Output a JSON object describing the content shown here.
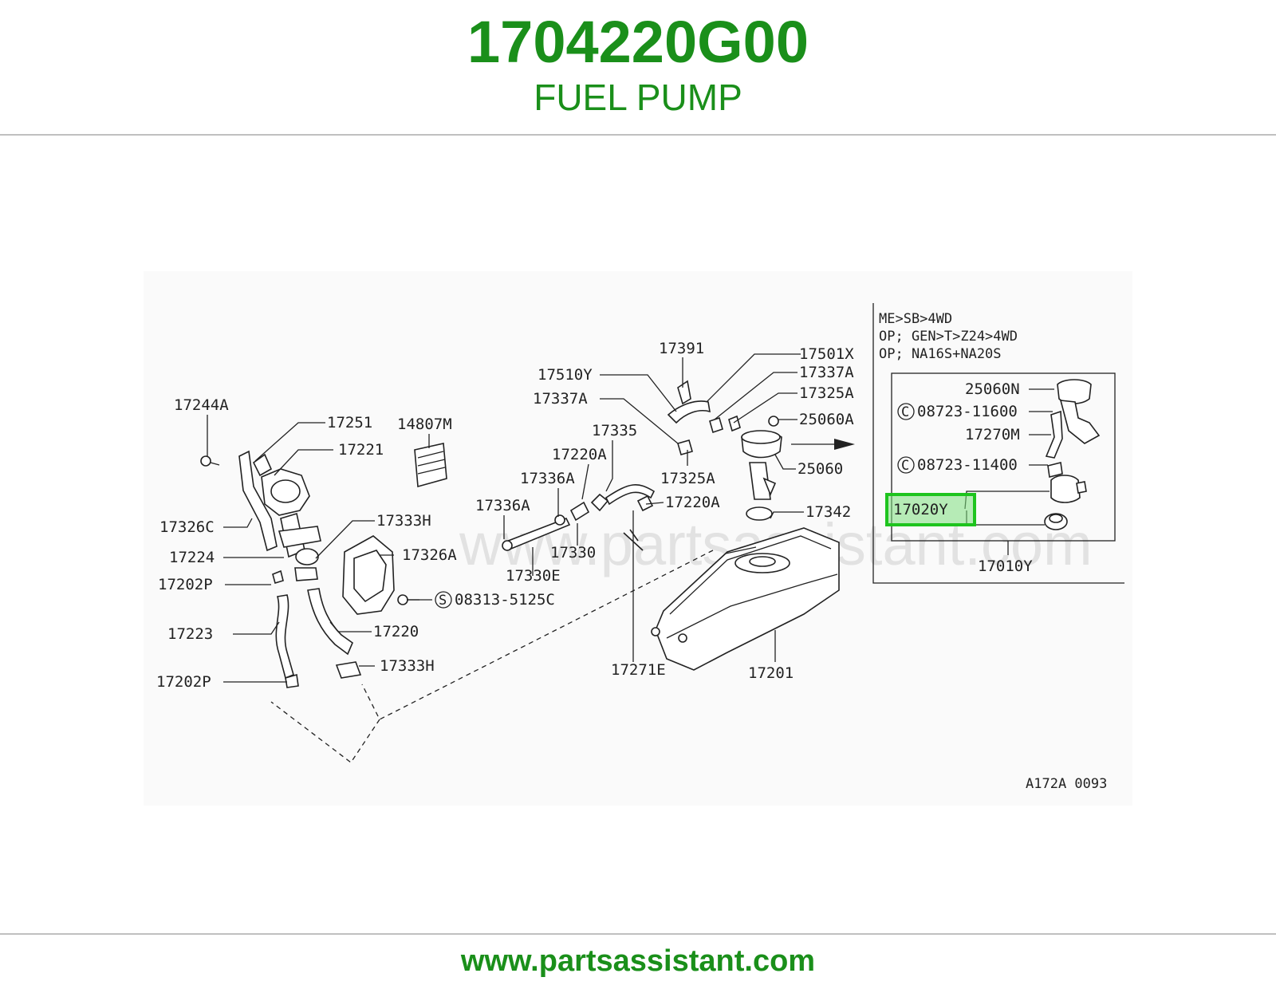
{
  "header": {
    "part_number": "1704220G00",
    "part_name": "FUEL PUMP"
  },
  "footer": {
    "url": "www.partsassistant.com"
  },
  "diagram": {
    "watermark": "www.partsassistant.com",
    "figure_code": "A172A 0093",
    "inset_notes": [
      "ME>SB>4WD",
      "OP; GEN>T>Z24>4WD",
      "OP; NA16S+NA20S"
    ],
    "highlighted_label": "17020Y",
    "callouts": {
      "c17244A": "17244A",
      "c17251": "17251",
      "c17221": "17221",
      "c14807M": "14807M",
      "c17326C": "17326C",
      "c17224": "17224",
      "c17202P_a": "17202P",
      "c17223": "17223",
      "c17202P_b": "17202P",
      "c17333H_a": "17333H",
      "c17326A": "17326A",
      "c08313": "08313-5125C",
      "c17220": "17220",
      "c17333H_b": "17333H",
      "c17336A_a": "17336A",
      "c17336A_b": "17336A",
      "c17220A_a": "17220A",
      "c17335": "17335",
      "c17330": "17330",
      "c17330E": "17330E",
      "c17220A_b": "17220A",
      "c17271E": "17271E",
      "c17510Y": "17510Y",
      "c17337A_a": "17337A",
      "c17391": "17391",
      "c17325A_a": "17325A",
      "c17501X": "17501X",
      "c17337A_b": "17337A",
      "c17325A_b": "17325A",
      "c25060A": "25060A",
      "c25060": "25060",
      "c17342": "17342",
      "c17201": "17201",
      "c25060N": "25060N",
      "c08723_11600": "08723-11600",
      "c17270M": "17270M",
      "c08723_11400": "08723-11400",
      "c17010Y": "17010Y"
    }
  }
}
